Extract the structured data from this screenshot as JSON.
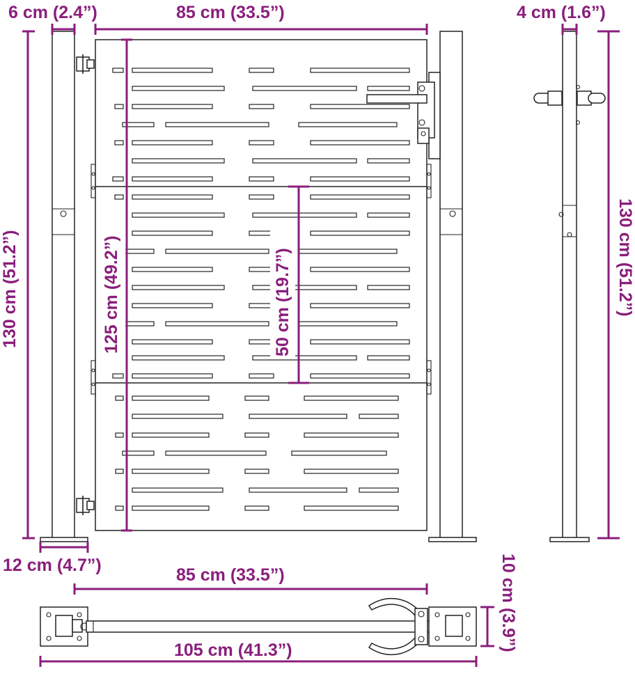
{
  "dimensions": {
    "post_width": "6 cm (2.4”)",
    "gate_width": "85 cm (33.5”)",
    "post_depth": "4 cm (1.6”)",
    "post_height_left": "130 cm (51.2”)",
    "gate_height": "125 cm (49.2”)",
    "section_height": "50 cm (19.7”)",
    "post_height_right": "130 cm (51.2”)",
    "base_plate": "12 cm (4.7”)",
    "top_view_width": "85 cm (33.5”)",
    "plate_depth": "10 cm (3.9”)",
    "overall_width": "105 cm (41.3”)"
  },
  "colors": {
    "dimension": "#8a1e7c",
    "outline": "#222222"
  }
}
